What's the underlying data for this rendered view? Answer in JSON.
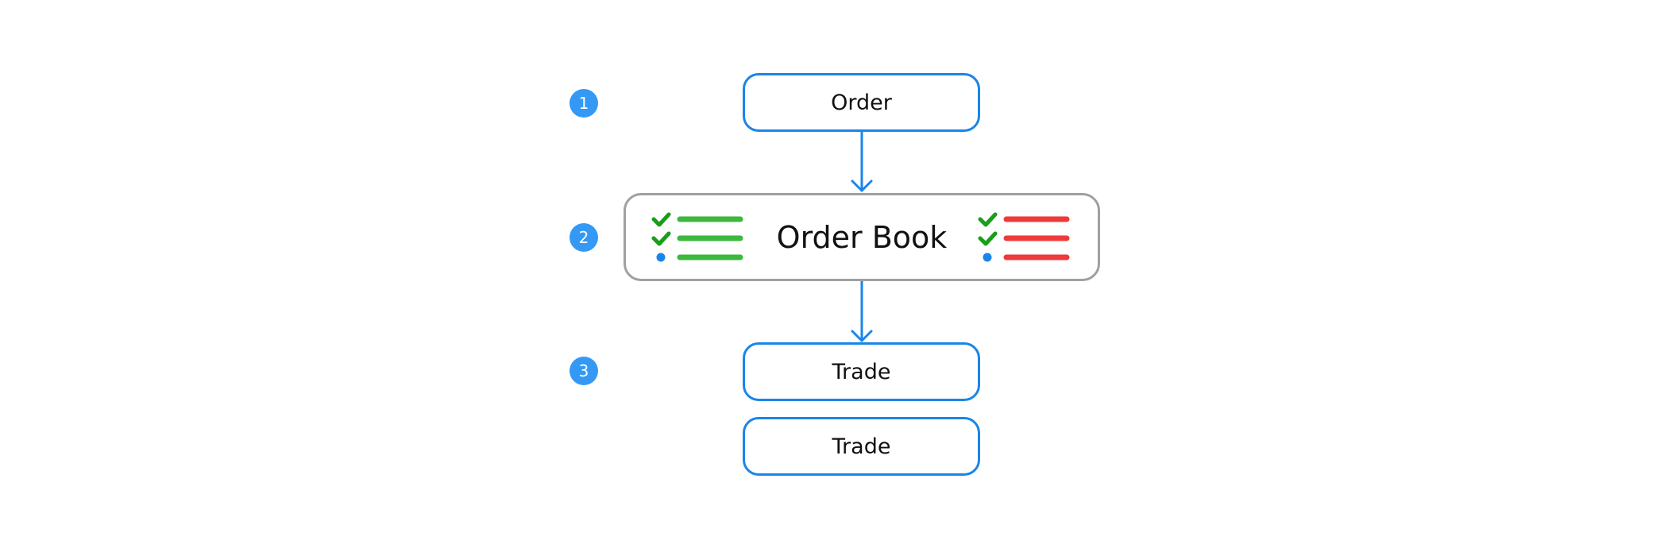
{
  "steps": [
    {
      "label": "1"
    },
    {
      "label": "2"
    },
    {
      "label": "3"
    }
  ],
  "boxes": {
    "order": "Order",
    "order_book": "Order Book",
    "trade_1": "Trade",
    "trade_2": "Trade"
  },
  "colors": {
    "badge": "#3399f5",
    "box_border": "#1a85e8",
    "order_book_border": "#a0a0a0",
    "arrow": "#1a85e8",
    "check": "#1a9e1a",
    "buy_lines": "#3cb83c",
    "sell_lines": "#ee3a3a",
    "pending_dot": "#1a85e8"
  },
  "icons": {
    "buy_list": "checklist-icon",
    "sell_list": "checklist-icon"
  }
}
